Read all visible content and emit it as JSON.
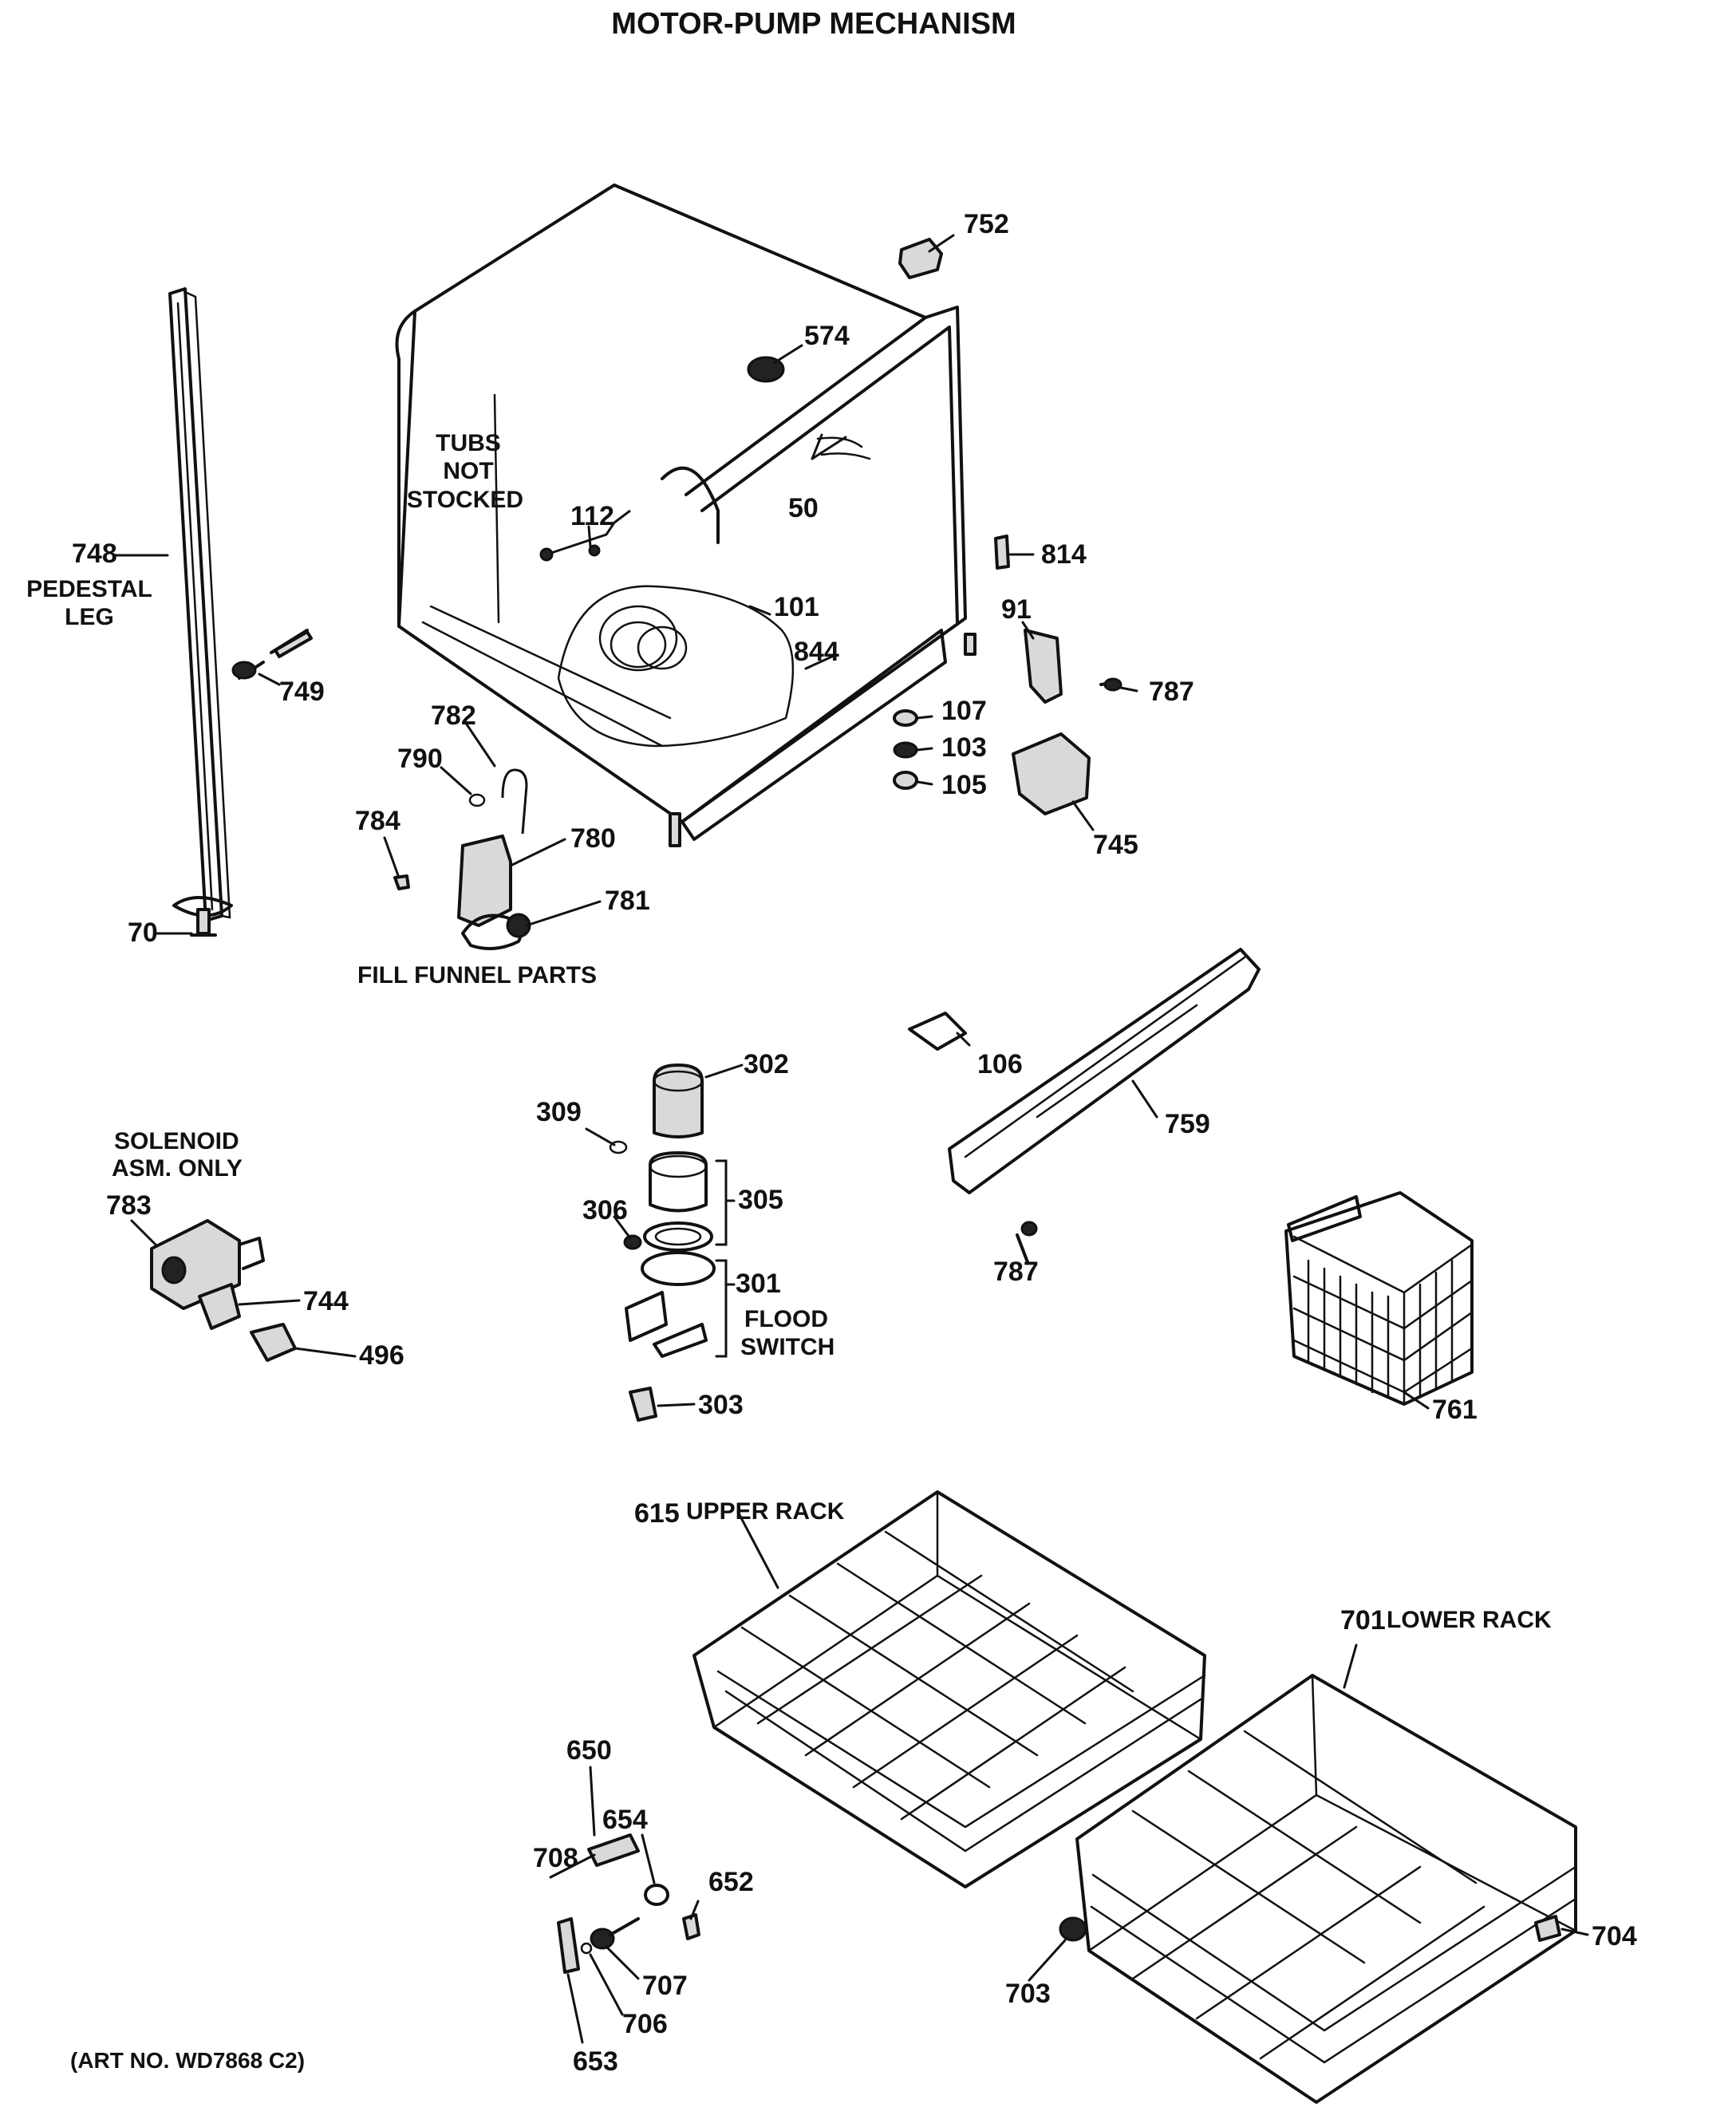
{
  "title": "MOTOR-PUMP MECHANISM",
  "art_number": "(ART NO. WD7868 C2)",
  "captions": {
    "tubs": [
      "TUBS",
      "NOT",
      "STOCKED"
    ],
    "pedestal_leg": [
      "PEDESTAL",
      "LEG"
    ],
    "fill_funnel": "FILL FUNNEL PARTS",
    "solenoid": [
      "SOLENOID",
      "ASM. ONLY"
    ],
    "flood_switch": [
      "FLOOD",
      "SWITCH"
    ],
    "upper_rack": "UPPER RACK",
    "lower_rack": "LOWER RACK"
  },
  "part_numbers": {
    "p752": "752",
    "p574": "574",
    "p50": "50",
    "p112": "112",
    "p101": "101",
    "p814": "814",
    "p91": "91",
    "p787a": "787",
    "p844": "844",
    "p107": "107",
    "p103": "103",
    "p105": "105",
    "p745": "745",
    "p748": "748",
    "p749": "749",
    "p782": "782",
    "p790": "790",
    "p784": "784",
    "p780": "780",
    "p781": "781",
    "p70": "70",
    "p106": "106",
    "p759": "759",
    "p787b": "787",
    "p302": "302",
    "p309": "309",
    "p305": "305",
    "p306": "306",
    "p301": "301",
    "p303": "303",
    "p783": "783",
    "p744": "744",
    "p496": "496",
    "p761": "761",
    "p615": "615",
    "p701": "701",
    "p650": "650",
    "p654": "654",
    "p708": "708",
    "p652": "652",
    "p707": "707",
    "p706": "706",
    "p653": "653",
    "p703": "703",
    "p704": "704"
  }
}
